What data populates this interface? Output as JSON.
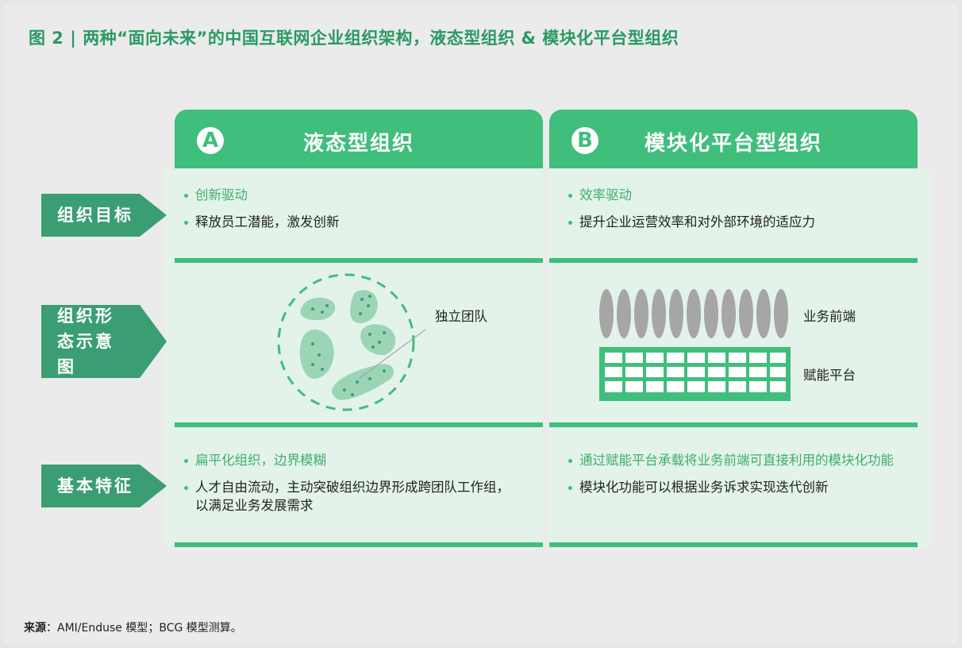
{
  "figure": {
    "title": "图 2 | 两种“面向未来”的中国互联网企业组织架构，液态型组织 & 模块化平台型组织"
  },
  "columns": [
    {
      "badge": "A",
      "title": "液态型组织"
    },
    {
      "badge": "B",
      "title": "模块化平台型组织"
    }
  ],
  "rows": [
    {
      "label": "组织目标"
    },
    {
      "label": "组织形态示意图"
    },
    {
      "label": "基本特征"
    }
  ],
  "cells": {
    "goal_a": {
      "highlight": "创新驱动",
      "detail": "释放员工潜能，激发创新"
    },
    "goal_b": {
      "highlight": "效率驱动",
      "detail": "提升企业运营效率和对外部环境的适应力"
    },
    "feat_a": {
      "highlight": "扁平化组织，边界模糊",
      "detail": "人才自由流动，主动突破组织边界形成跨团队工作组，以满足业务发展需求"
    },
    "feat_b": {
      "highlight": "通过赋能平台承载将业务前端可直接利用的模块化功能",
      "detail": "模块化功能可以根据业务诉求实现迭代创新"
    }
  },
  "diagram": {
    "liquid_label": "独立团队",
    "front_label": "业务前端",
    "platform_label": "赋能平台"
  },
  "source": {
    "prefix": "来源",
    "text": "：AMI/Enduse 模型；BCG 模型测算。"
  },
  "colors": {
    "accent": "#3fbe7c",
    "label_bg": "#3a9e72",
    "cell_bg": "#e3f3ea",
    "highlight_text": "#3fae6f"
  }
}
